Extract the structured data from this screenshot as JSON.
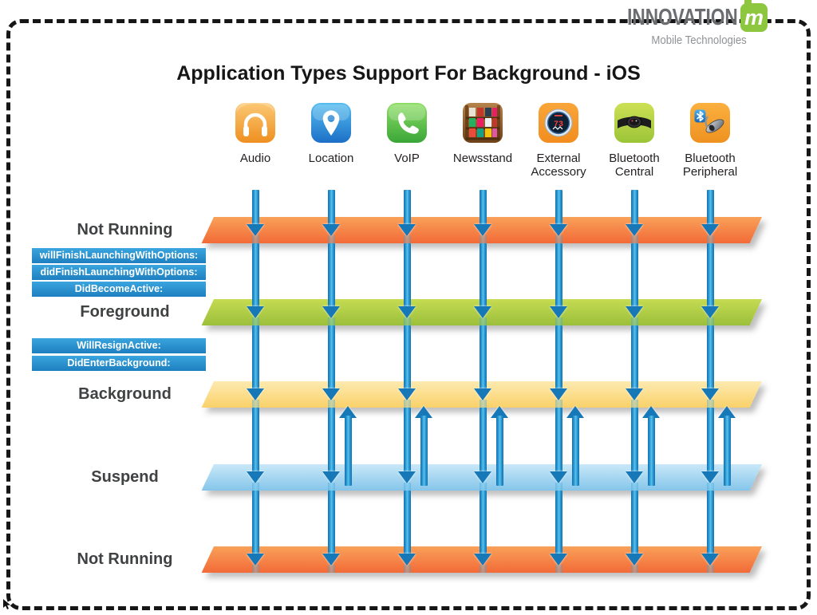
{
  "logo": {
    "brand": "INNOVATION",
    "mark": "m",
    "tagline": "Mobile Technologies",
    "brand_color": "#8dc63f"
  },
  "title": "Application Types Support For Background - iOS",
  "app_types": [
    {
      "label": "Audio",
      "icon": "headphones-icon",
      "up_arrow": false
    },
    {
      "label": "Location",
      "icon": "map-pin-icon",
      "up_arrow": true
    },
    {
      "label": "VoIP",
      "icon": "phone-icon",
      "up_arrow": true
    },
    {
      "label": "Newsstand",
      "icon": "newsstand-shelf-icon",
      "up_arrow": true
    },
    {
      "label": "External Accessory",
      "icon": "gauge-icon",
      "up_arrow": true
    },
    {
      "label": "Bluetooth Central",
      "icon": "heart-rate-strap-icon",
      "up_arrow": true
    },
    {
      "label": "Bluetooth Peripheral",
      "icon": "bluetooth-headset-icon",
      "up_arrow": true
    }
  ],
  "stages": [
    {
      "label": "Not Running",
      "color": "#f26a38"
    },
    {
      "label": "Foreground",
      "color": "#a8c93e"
    },
    {
      "label": "Background",
      "color": "#fad169"
    },
    {
      "label": "Suspend",
      "color": "#84c5ea"
    },
    {
      "label": "Not Running",
      "color": "#f26a38"
    }
  ],
  "callouts": {
    "launch": [
      "willFinishLaunchingWithOptions:",
      "didFinishLaunchingWithOptions:",
      "DidBecomeActive:"
    ],
    "resign": [
      "WillResignActive:",
      "DidEnterBackground:"
    ]
  },
  "colors": {
    "arrow": "#1778b8",
    "callout_bg": "#2d9cd8",
    "dashed_border": "#161616"
  }
}
